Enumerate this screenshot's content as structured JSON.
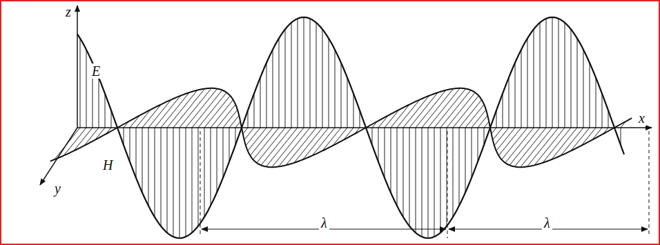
{
  "diagram": {
    "labels": [
      "z",
      "E",
      "H",
      "y",
      "x",
      "λ",
      "λ"
    ]
  }
}
